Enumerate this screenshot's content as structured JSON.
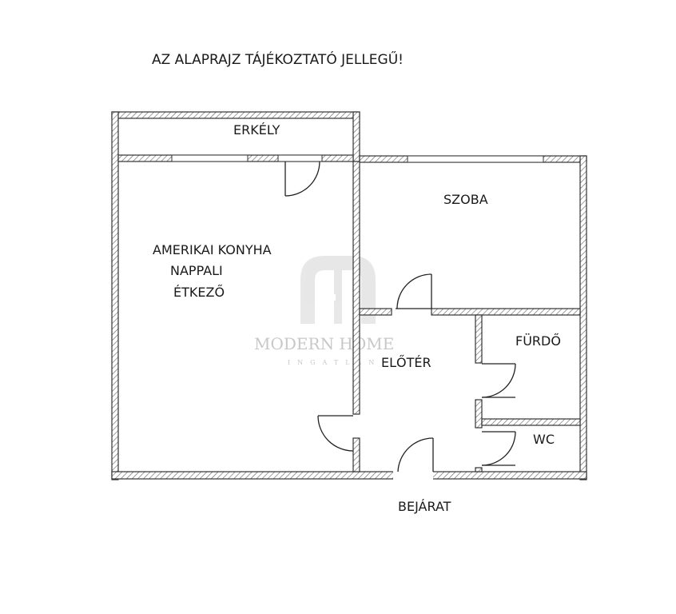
{
  "title": "AZ ALAPRAJZ TÁJÉKOZTATÓ JELLEGŰ!",
  "rooms": {
    "erkely": "ERKÉLY",
    "szoba": "SZOBA",
    "living_line1": "AMERIKAI KONYHA",
    "living_line2": "NAPPALI",
    "living_line3": "ÉTKEZŐ",
    "eloter": "ELŐTÉR",
    "furdo": "FÜRDŐ",
    "wc": "WC"
  },
  "entrance": "BEJÁRAT",
  "watermark": {
    "name": "MODERN HOME",
    "sub": "INGATLAN"
  }
}
